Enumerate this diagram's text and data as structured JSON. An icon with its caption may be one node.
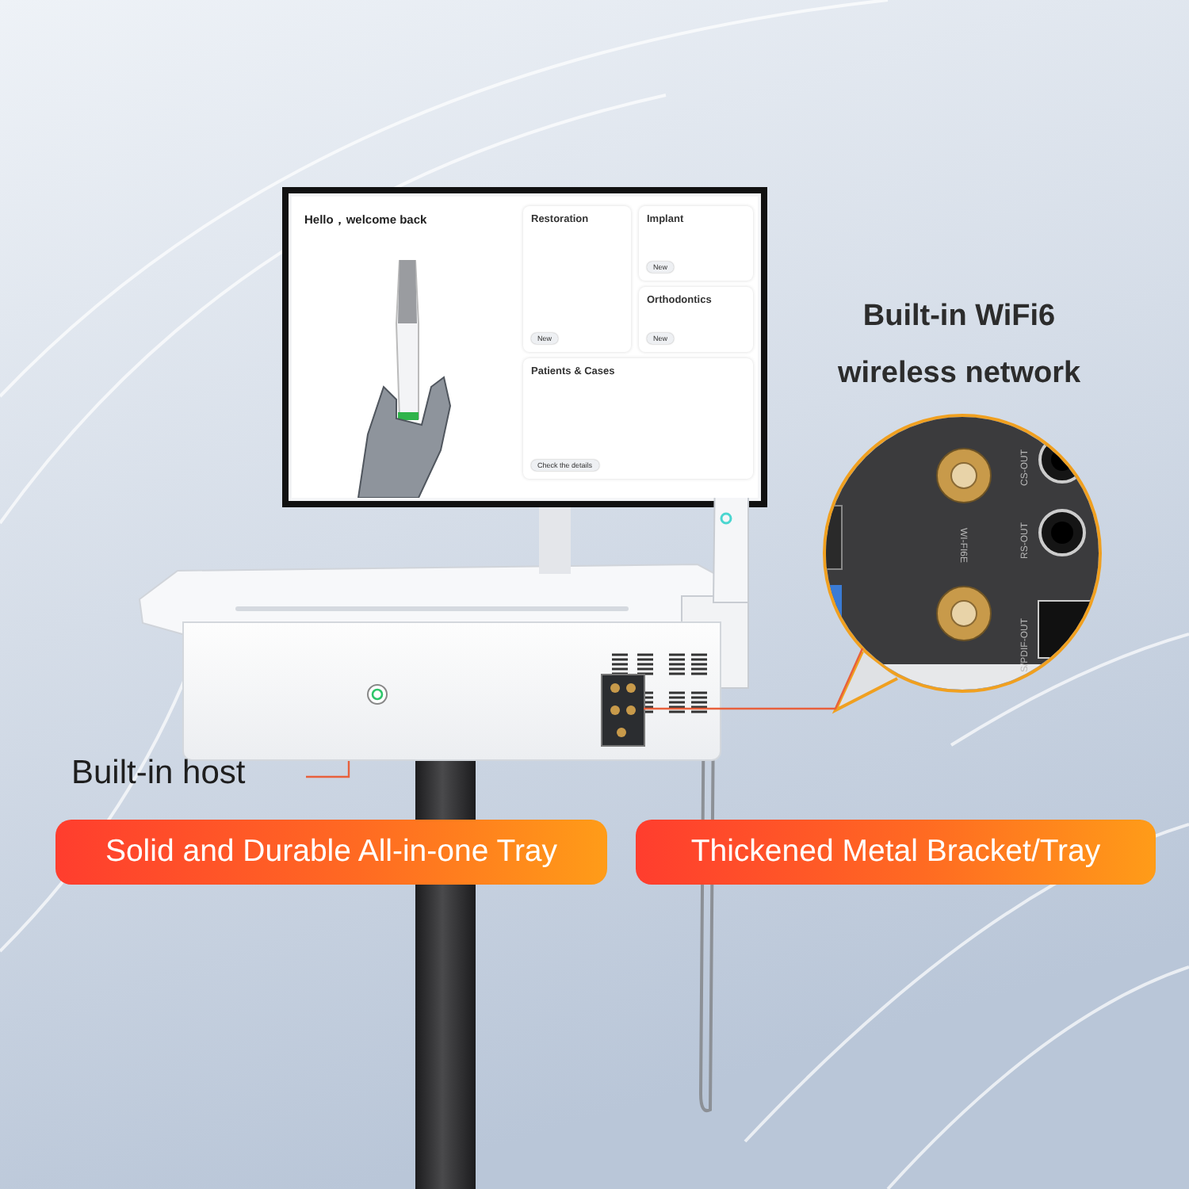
{
  "diagram": {
    "nodes": [
      {
        "text": [
          "Hello，welcome back"
        ]
      },
      {
        "text": [
          "Restoration",
          "New"
        ],
        "in": 0
      },
      {
        "text": [
          "Implant",
          "New"
        ],
        "in": 0
      },
      {
        "text": [
          "Orthodontics",
          "New"
        ],
        "in": 0
      },
      {
        "text": [
          "Patients & Cases",
          "Check the details"
        ],
        "in": 0
      },
      {
        "text": [],
        "shape": "circle"
      },
      {
        "text": [],
        "shape": "box"
      },
      {
        "text": [],
        "shape": "box",
        "in": 6
      },
      {
        "text": [
          "Built-in host"
        ]
      },
      {
        "text": [
          "Solid and Durable All-in-one Tray"
        ]
      },
      {
        "text": [
          "Thickened Metal Bracket/Tray"
        ]
      }
    ],
    "edges": [
      {
        "from": 8,
        "to": 6,
        "arrow": "none"
      },
      {
        "from": 7,
        "to": 5,
        "arrow": "none"
      }
    ],
    "labels": [
      "Built-in WiFi6 wireless network",
      "CS-OUT",
      "WI-FI6E",
      "RS-OUT",
      "S/PDIF-OUT"
    ]
  }
}
